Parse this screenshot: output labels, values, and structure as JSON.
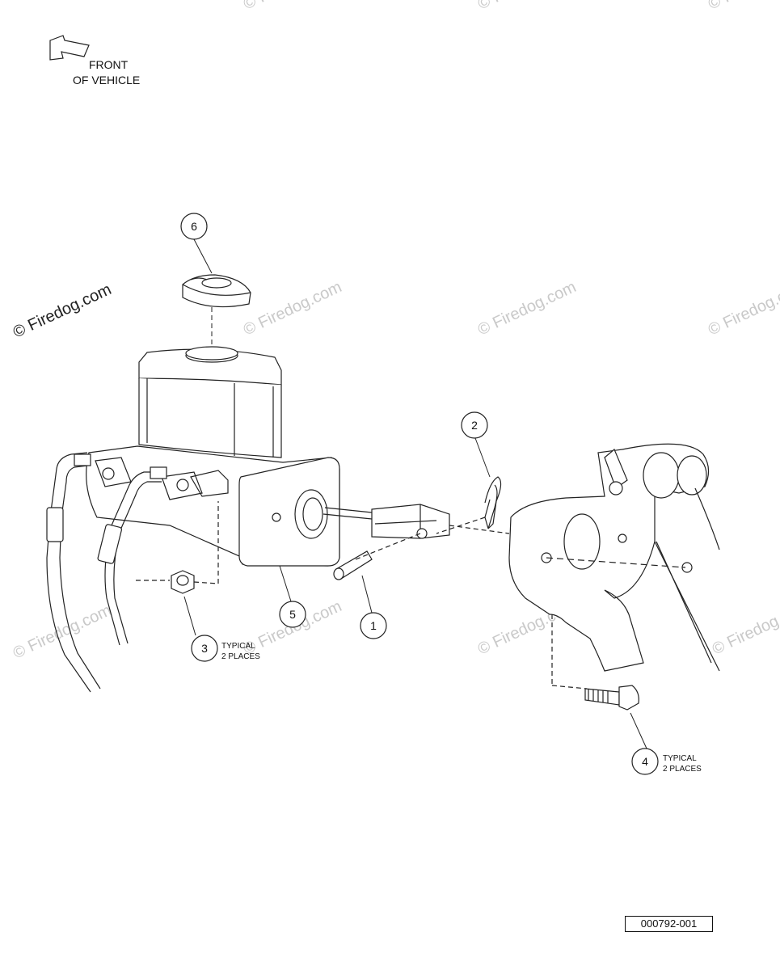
{
  "orientation": {
    "line1": "FRONT",
    "line2": "OF VEHICLE",
    "icon": "arrow-outline-icon"
  },
  "watermark": {
    "text": "© Firedog.com"
  },
  "callouts": [
    {
      "num": "1"
    },
    {
      "num": "2"
    },
    {
      "num": "3",
      "note_line1": "TYPICAL",
      "note_line2": "2 PLACES"
    },
    {
      "num": "4",
      "note_line1": "TYPICAL",
      "note_line2": "2 PLACES"
    },
    {
      "num": "5"
    },
    {
      "num": "6"
    }
  ],
  "part_number": "000792-001"
}
